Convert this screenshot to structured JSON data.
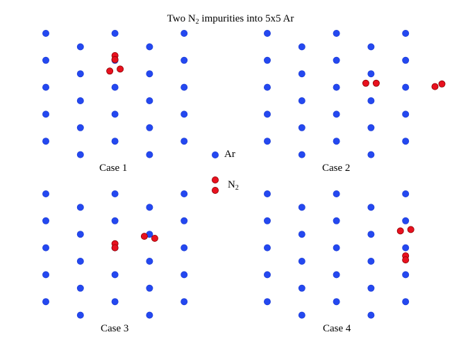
{
  "title": {
    "prefix": "Two N",
    "sub": "2",
    "suffix": " impurities into 5x5 Ar"
  },
  "legend": {
    "ar_label": "Ar",
    "n2_label": "N",
    "n2_sub": "2"
  },
  "colors": {
    "ar": "#2448f0",
    "n2": "#e8111f",
    "n2_edge": "#8b0000",
    "ar_edge": "#2040d8"
  },
  "cases": [
    {
      "label": "Case 1",
      "n2_molecules": [
        [
          [
            0,
            0.05
          ],
          [
            0,
            -0.25
          ]
        ],
        [
          [
            -0.15,
            -1.1
          ],
          [
            0.15,
            -0.95
          ]
        ]
      ]
    },
    {
      "label": "Case 2",
      "n2_molecules": [
        [
          [
            0.85,
            -2.0
          ],
          [
            1.15,
            -2.0
          ]
        ],
        [
          [
            2.85,
            -2.25
          ],
          [
            3.05,
            -2.05
          ]
        ]
      ]
    },
    {
      "label": "Case 3",
      "n2_molecules": [
        [
          [
            0,
            -2.0
          ],
          [
            0,
            -2.3
          ]
        ],
        [
          [
            0.85,
            -1.45
          ],
          [
            1.15,
            -1.6
          ]
        ]
      ]
    },
    {
      "label": "Case 4",
      "n2_molecules": [
        [
          [
            1.85,
            -1.05
          ],
          [
            2.15,
            -0.95
          ]
        ],
        [
          [
            2.0,
            -2.9
          ],
          [
            2.0,
            -3.2
          ]
        ]
      ]
    }
  ]
}
